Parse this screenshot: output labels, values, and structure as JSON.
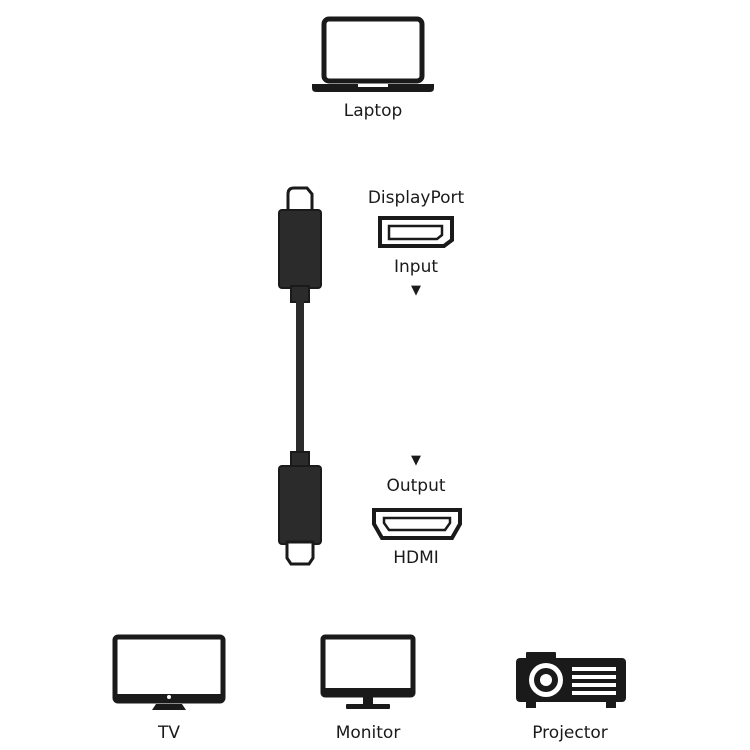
{
  "source": {
    "label": "Laptop",
    "icon": "laptop-icon"
  },
  "input": {
    "port_name": "DisplayPort",
    "port_icon": "displayport-connector-icon",
    "direction_label": "Input",
    "arrow": "▼"
  },
  "output": {
    "arrow": "▼",
    "direction_label": "Output",
    "port_name": "HDMI",
    "port_icon": "hdmi-connector-icon"
  },
  "cable": {
    "icon": "displayport-to-hdmi-cable-icon"
  },
  "targets": [
    {
      "label": "TV",
      "icon": "tv-icon"
    },
    {
      "label": "Monitor",
      "icon": "monitor-icon"
    },
    {
      "label": "Projector",
      "icon": "projector-icon"
    }
  ],
  "colors": {
    "line": "#1a1a1a",
    "cable": "#2b2b2b",
    "background": "#ffffff"
  }
}
